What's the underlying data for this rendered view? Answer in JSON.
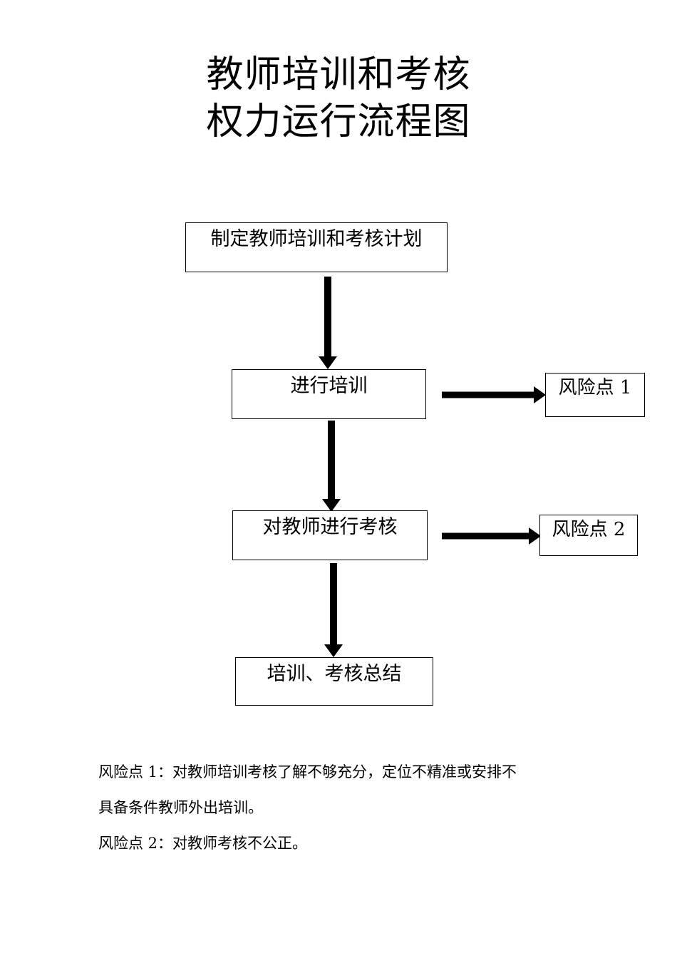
{
  "document": {
    "title_lines": [
      "教师培训和考核",
      "权力运行流程图"
    ]
  },
  "flowchart": {
    "type": "flowchart",
    "orientation": "vertical",
    "nodes": [
      {
        "id": "plan",
        "label": "制定教师培训和考核计划"
      },
      {
        "id": "train",
        "label": "进行培训"
      },
      {
        "id": "assess",
        "label": "对教师进行考核"
      },
      {
        "id": "summary",
        "label": "培训、考核总结"
      }
    ],
    "risk_nodes": [
      {
        "id": "risk1",
        "label": "风险点 1"
      },
      {
        "id": "risk2",
        "label": "风险点 2"
      }
    ],
    "edges": [
      {
        "from": "plan",
        "to": "train",
        "direction": "down"
      },
      {
        "from": "train",
        "to": "assess",
        "direction": "down"
      },
      {
        "from": "assess",
        "to": "summary",
        "direction": "down"
      },
      {
        "from": "train",
        "to": "risk1",
        "direction": "right"
      },
      {
        "from": "assess",
        "to": "risk2",
        "direction": "right"
      }
    ]
  },
  "notes": {
    "lines": [
      "风险点 1：对教师培训考核了解不够充分，定位不精准或安排不",
      "具备条件教师外出培训。",
      "风险点 2：对教师考核不公正。"
    ]
  },
  "colors": {
    "page_background": "#ffffff",
    "stroke": "#000000",
    "text": "#000000"
  }
}
